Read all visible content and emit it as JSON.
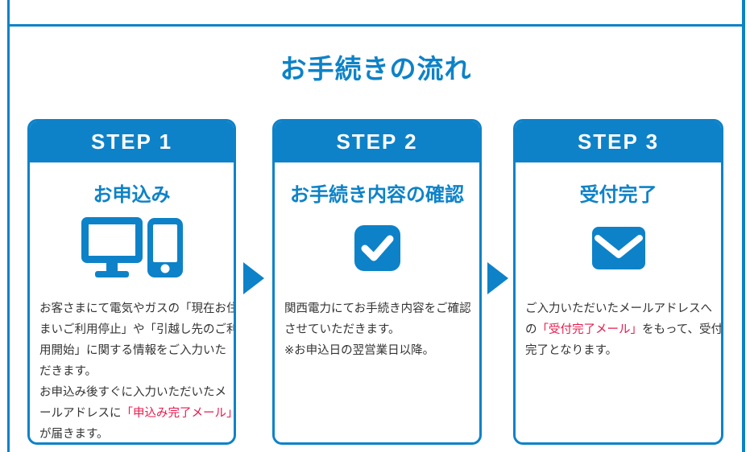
{
  "colors": {
    "accent_blue": "#0d82c8",
    "highlight_red": "#e8194b",
    "body_text": "#333333"
  },
  "page": {
    "title": "お手続きの流れ"
  },
  "steps": [
    {
      "header": "STEP 1",
      "title": "お申込み",
      "icon": "monitor-and-smartphone",
      "lines": [
        [
          {
            "t": "お客さまにて電気やガスの「現在お住"
          }
        ],
        [
          {
            "t": "まいご利用停止」や「引越し先のご利"
          }
        ],
        [
          {
            "t": "用開始」に関する情報をご入力いた"
          }
        ],
        [
          {
            "t": "だきます。"
          }
        ],
        [
          {
            "t": "お申込み後すぐに入力いただいたメ"
          }
        ],
        [
          {
            "t": "ールアドレスに"
          },
          {
            "t": "「申込み完了メール」",
            "red": true
          }
        ],
        [
          {
            "t": "が届きます。"
          }
        ]
      ]
    },
    {
      "header": "STEP 2",
      "title": "お手続き内容の確認",
      "icon": "checkbox",
      "lines": [
        [
          {
            "t": "関西電力にてお手続き内容をご確認"
          }
        ],
        [
          {
            "t": "させていただきます。"
          }
        ],
        [
          {
            "t": "※お申込日の翌営業日以降。"
          }
        ]
      ]
    },
    {
      "header": "STEP 3",
      "title": "受付完了",
      "icon": "mail-envelope",
      "lines": [
        [
          {
            "t": "ご入力いただいたメールアドレスへ"
          }
        ],
        [
          {
            "t": "の"
          },
          {
            "t": "「受付完了メール」",
            "red": true
          },
          {
            "t": "をもって、受付"
          }
        ],
        [
          {
            "t": "完了となります。"
          }
        ]
      ]
    }
  ]
}
